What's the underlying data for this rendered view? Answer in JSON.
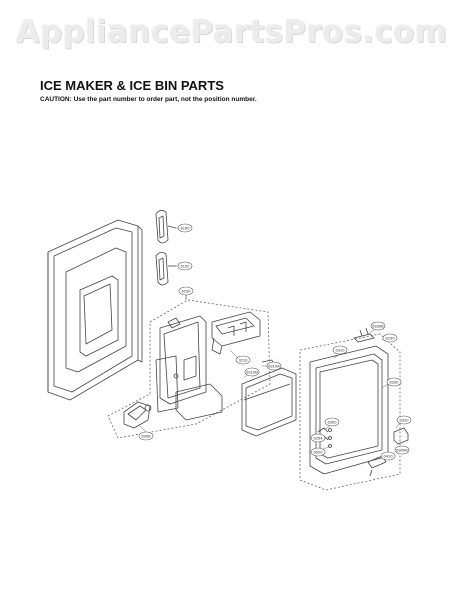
{
  "watermark": "AppliancePartsPros.com",
  "header": {
    "title": "ICE MAKER & ICE BIN PARTS",
    "caution": "CAUTION: Use the part number to order part, not the position number."
  },
  "callouts": [
    {
      "id": "c1",
      "text": "6150"
    },
    {
      "id": "c2",
      "text": "6152"
    },
    {
      "id": "c3",
      "text": "6150"
    },
    {
      "id": "c4",
      "text": "3210"
    },
    {
      "id": "c5",
      "text": "6310A"
    },
    {
      "id": "c6",
      "text": "6310B"
    },
    {
      "id": "c7",
      "text": "6254"
    },
    {
      "id": "c8",
      "text": "6020"
    },
    {
      "id": "c9",
      "text": "6230"
    },
    {
      "id": "c10",
      "text": "6330B"
    },
    {
      "id": "c11",
      "text": "6410"
    },
    {
      "id": "c12",
      "text": "6310"
    },
    {
      "id": "c13",
      "text": "6300"
    },
    {
      "id": "c14",
      "text": "6330"
    },
    {
      "id": "c15",
      "text": "6308"
    },
    {
      "id": "c16",
      "text": "5310"
    },
    {
      "id": "c17",
      "text": "6300A"
    }
  ]
}
